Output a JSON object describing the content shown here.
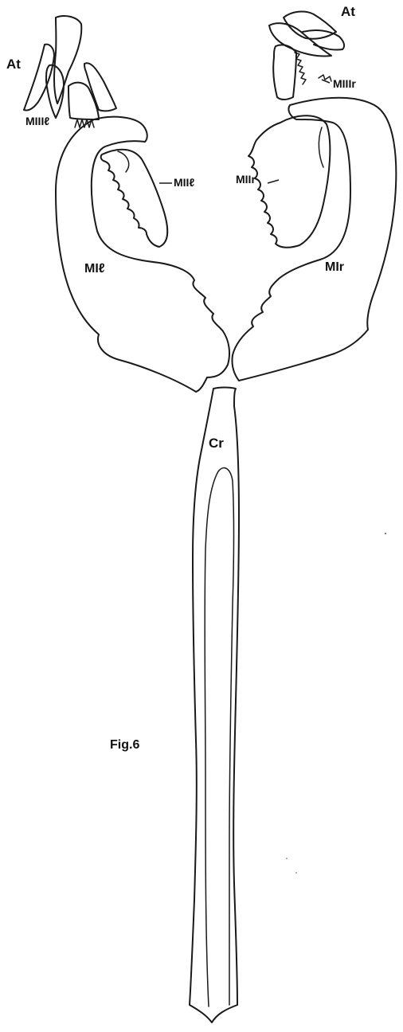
{
  "labels": {
    "at_left": "At",
    "at_right": "At",
    "m3_left": "MIIIℓ",
    "m3_right": "MIIIr",
    "m2_left": "MIIℓ",
    "m2_right": "MIIr",
    "m1_left": "MIℓ",
    "m1_right": "MIr",
    "cr": "Cr",
    "fig": "Fig.6"
  }
}
